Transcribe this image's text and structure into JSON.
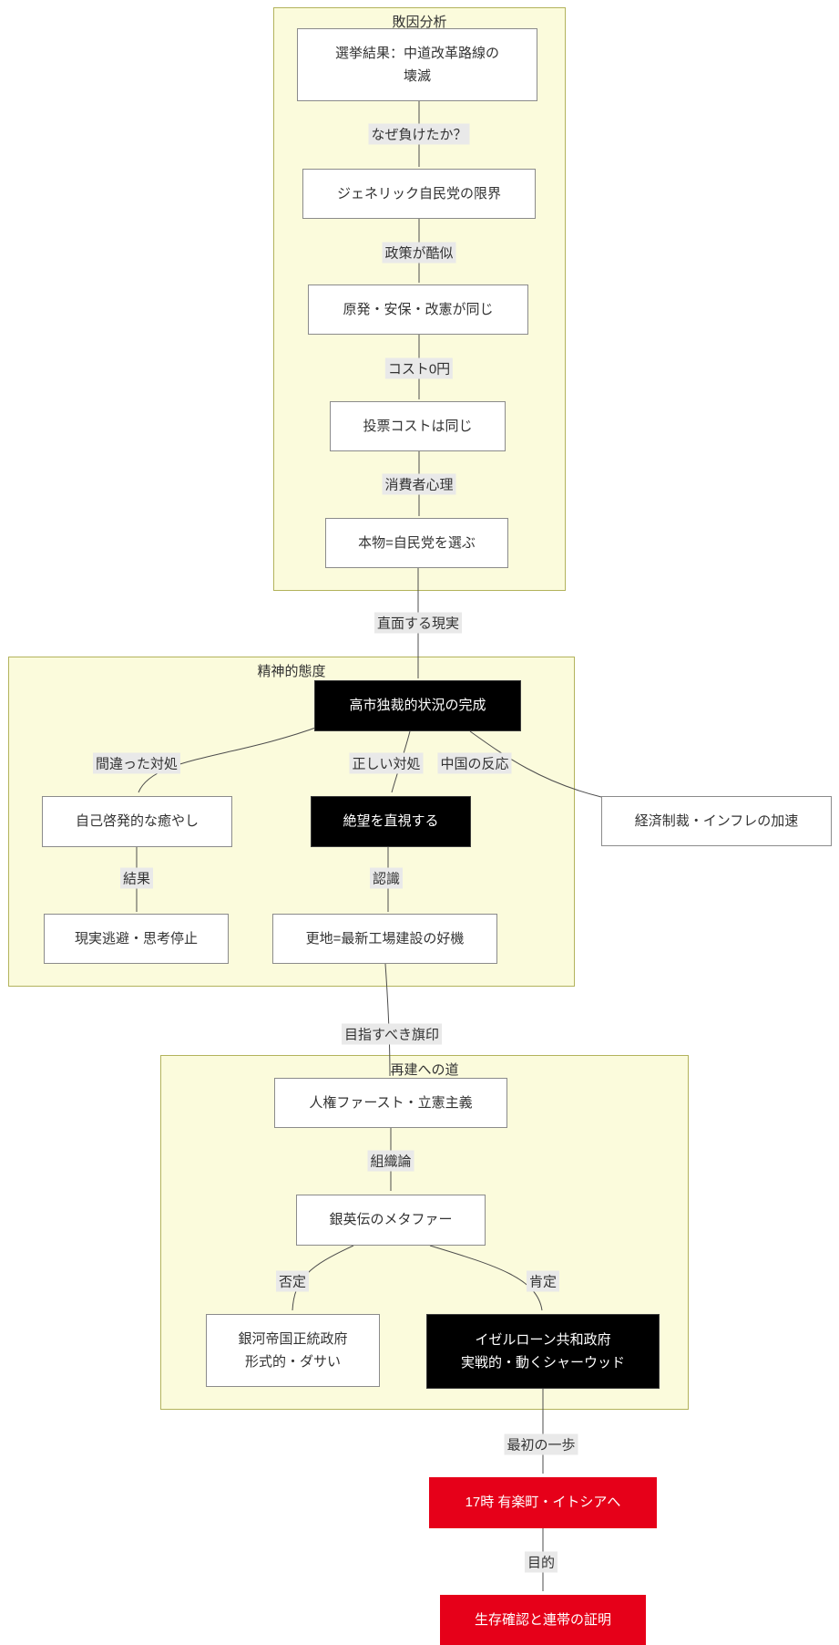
{
  "colors": {
    "subgraph_fill": "#fbfbdc",
    "subgraph_border": "#b3b35c",
    "node_fill": "#ffffff",
    "node_border": "#8b8b8b",
    "node_text": "#333333",
    "black_node_fill": "#000000",
    "black_node_text": "#ffffff",
    "red_node_fill": "#e60019",
    "red_node_text": "#ffffff",
    "edge_label_bg": "#e9e9e9",
    "edge_label_text": "#333333",
    "arrow_color": "#4d4d4d"
  },
  "flow": {
    "subgraphs": [
      {
        "title": "敗因分析"
      },
      {
        "title": "精神的態度"
      },
      {
        "title": "再建への道"
      }
    ],
    "nodes": {
      "election": {
        "label": "選挙結果：中道改革路線の\n壊滅"
      },
      "generic_ldp": {
        "label": "ジェネリック自民党の限界"
      },
      "same_policies": {
        "label": "原発・安保・改憲が同じ"
      },
      "voting_cost": {
        "label": "投票コストは同じ"
      },
      "choose_real": {
        "label": "本物=自民党を選ぶ"
      },
      "takaichi": {
        "label": "高市独裁的状況の完成"
      },
      "self_help": {
        "label": "自己啓発的な癒やし"
      },
      "face_despair": {
        "label": "絶望を直視する"
      },
      "sanctions": {
        "label": "経済制裁・インフレの加速"
      },
      "escapism": {
        "label": "現実逃避・思考停止"
      },
      "blank_slate": {
        "label": "更地=最新工場建設の好機"
      },
      "rights_first": {
        "label": "人権ファースト・立憲主義"
      },
      "logh_metaphor": {
        "label": "銀英伝のメタファー"
      },
      "galactic_empire": {
        "label": "銀河帝国正統政府\n形式的・ダサい"
      },
      "iserlohn": {
        "label": "イゼルローン共和政府\n実戦的・動くシャーウッド"
      },
      "yurakucho": {
        "label": "17時 有楽町・イトシアへ"
      },
      "survival": {
        "label": "生存確認と連帯の証明"
      }
    },
    "edges": {
      "why_lost": "なぜ負けたか？",
      "similar_policy": "政策が酷似",
      "cost_zero": "コスト0円",
      "consumer_mind": "消費者心理",
      "facing_reality": "直面する現実",
      "wrong_response": "間違った対処",
      "right_response": "正しい対処",
      "china_reaction": "中国の反応",
      "result": "結果",
      "recognition": "認識",
      "flag_to_aim": "目指すべき旗印",
      "organization": "組織論",
      "deny": "否定",
      "affirm": "肯定",
      "first_step": "最初の一歩",
      "purpose": "目的"
    }
  }
}
